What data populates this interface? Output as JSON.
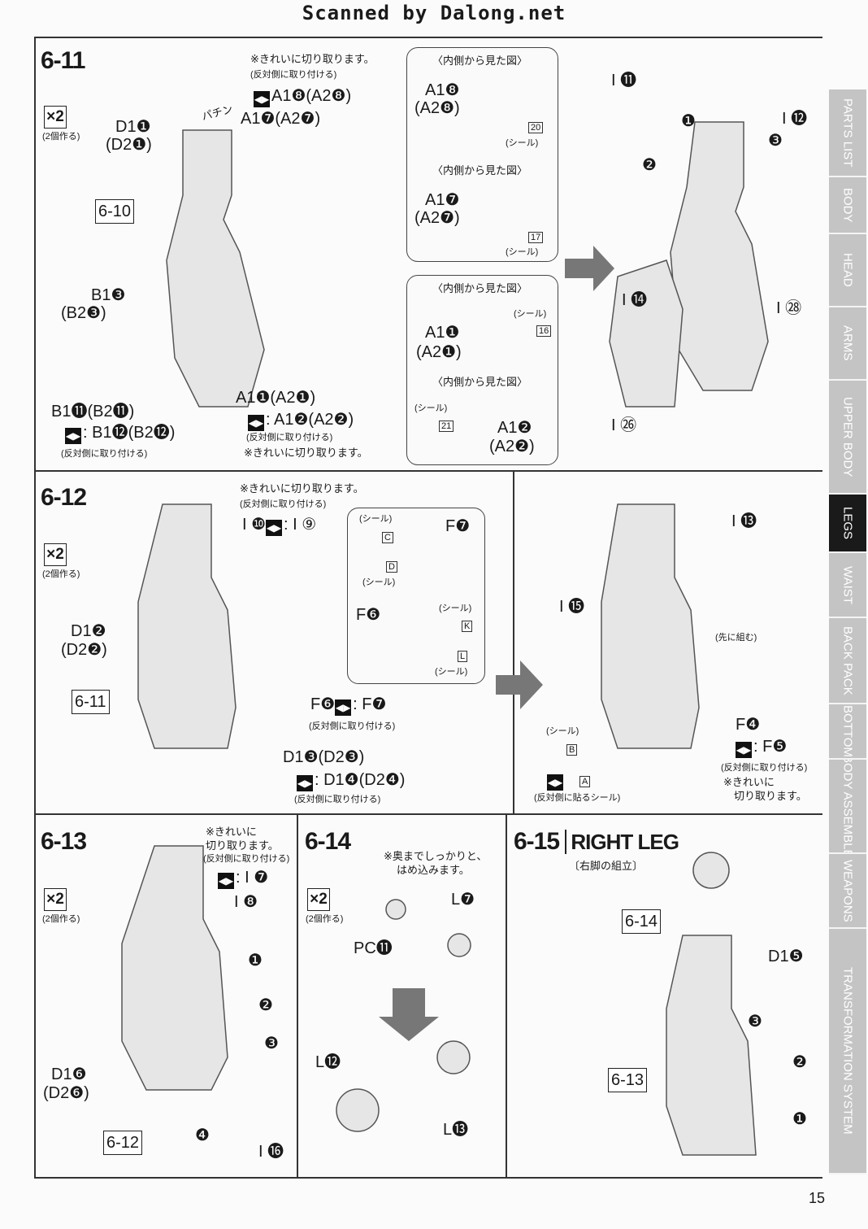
{
  "header": "Scanned by Dalong.net",
  "page_number": "15",
  "tabs": [
    {
      "label": "PARTS LIST"
    },
    {
      "label": "BODY"
    },
    {
      "label": "HEAD"
    },
    {
      "label": "ARMS"
    },
    {
      "label": "UPPER BODY"
    },
    {
      "label": "LEGS",
      "active": true
    },
    {
      "label": "WAIST"
    },
    {
      "label": "BACK PACK"
    },
    {
      "label": "BOTTOM"
    },
    {
      "label": "BODY ASSEMBLE"
    },
    {
      "label": "WEAPONS"
    },
    {
      "label": "TRANSFORMATION SYSTEM"
    }
  ],
  "common": {
    "x2": "×2",
    "make2": "(2個作る)",
    "cut_clean": "※きれいに切り取ります。",
    "opposite": "(反対側に取り付ける)",
    "inner_view": "〈内側から見た図〉",
    "seal": "(シール)",
    "swap_icon": "mirror-swap-icon"
  },
  "s611": {
    "title": "6-11",
    "pachin": "パチン",
    "l_d1": "D1❶",
    "l_d2": "(D2❶)",
    "ref": "6-10",
    "l_a18": "A1❽(A2❽)",
    "l_a17": "A1❼(A2❼)",
    "l_b13": "B1❸",
    "l_b23": "(B2❸)",
    "l_b111": "B1⓫(B2⓫)",
    "l_b112": ": B1⓬(B2⓬)",
    "l_a11": "A1❶(A2❶)",
    "l_a12": ": A1❷(A2❷)",
    "box1": {
      "a": "A1❽",
      "b": "(A2❽)",
      "seal": "20"
    },
    "box2": {
      "a": "A1❼",
      "b": "(A2❼)",
      "seal": "17"
    },
    "box3": {
      "a": "A1❶",
      "b": "(A2❶)",
      "seal": "16"
    },
    "box4": {
      "a": "A1❷",
      "b": "(A2❷)",
      "seal": "21"
    }
  },
  "s616": {
    "title": "COMPLETION",
    "i11": "I ⓫",
    "i12": "I ⓬",
    "i14": "I ⓮",
    "i28": "I ㉘",
    "i26": "I ㉖"
  },
  "s612": {
    "title": "6-12",
    "i10": "I ❿",
    "i9": ": I ⑨",
    "f7": "F❼",
    "f6": "F❻",
    "seal_c": "C",
    "seal_d": "D",
    "seal_k": "K",
    "seal_l": "L",
    "d12": "D1❷",
    "d22": "(D2❷)",
    "ref": "6-11",
    "f6f7": "F❻",
    "f6f7b": ": F❼",
    "d13": "D1❸(D2❸)",
    "d14": ": D1❹(D2❹)",
    "i13": "I ⓭",
    "i15": "I ⓯",
    "pre": "(先に組む)",
    "f4": "F❹",
    "f5": ": F❺",
    "seal_b": "B",
    "seal_a": "A",
    "opp_seal": "(反対側に貼るシール)",
    "cut1": "※きれいに",
    "cut2": "切り取ります。"
  },
  "s613": {
    "title": "6-13",
    "cut1": "※きれいに",
    "cut2": "切り取ります。",
    "i7": ": I ❼",
    "i8": "I ❽",
    "d16": "D1❻",
    "d26": "(D2❻)",
    "ref": "6-12",
    "i16": "I ⓰"
  },
  "s614": {
    "title": "6-14",
    "note1": "※奥までしっかりと、",
    "note2": "はめ込みます。",
    "pc11": "PC⓫",
    "l7": "L❼",
    "l12": "L⓬",
    "l13": "L⓭"
  },
  "s615": {
    "title": "6-15",
    "name": "RIGHT LEG",
    "sub": "〔右脚の組立〕",
    "ref14": "6-14",
    "ref13": "6-13",
    "d15": "D1❺"
  },
  "steps": [
    "❶",
    "❷",
    "❸",
    "❹"
  ]
}
